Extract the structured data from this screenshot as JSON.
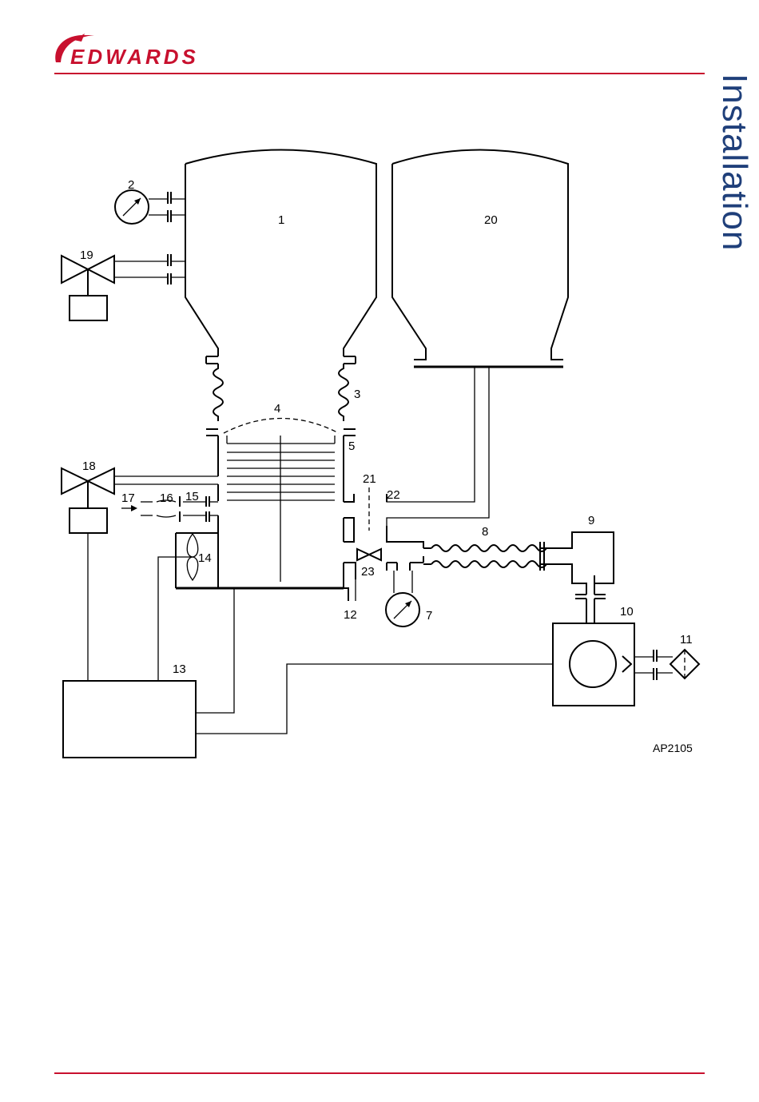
{
  "header": {
    "brand": "EDWARDS",
    "section": "Installation"
  },
  "figure": {
    "code": "AP2105",
    "labels": {
      "n1": "1",
      "n2": "2",
      "n3": "3",
      "n4": "4",
      "n5": "5",
      "n7": "7",
      "n8": "8",
      "n9": "9",
      "n10": "10",
      "n11": "11",
      "n12": "12",
      "n13": "13",
      "n14": "14",
      "n15": "15",
      "n16": "16",
      "n17": "17",
      "n18": "18",
      "n19": "19",
      "n20": "20",
      "n21": "21",
      "n22": "22",
      "n23": "23"
    }
  },
  "colors": {
    "brand_red": "#c8102e",
    "section_blue": "#1f3f7a",
    "line": "#000000"
  }
}
